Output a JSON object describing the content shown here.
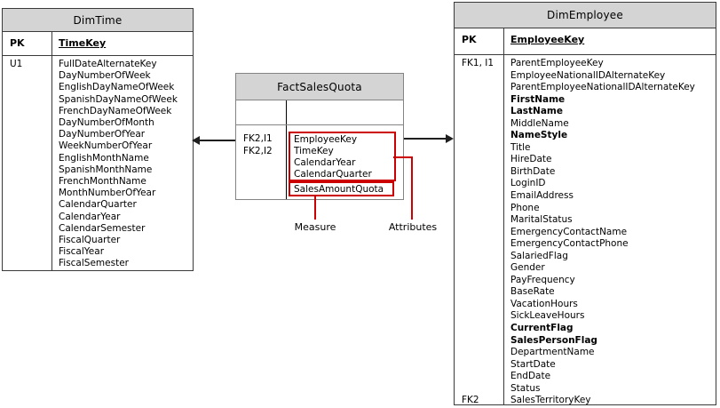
{
  "diagram": {
    "dim_time": {
      "title": "DimTime",
      "pk_label": "PK",
      "pk_field": "TimeKey",
      "key_rows": [
        {
          "row": 0,
          "label": "U1"
        }
      ],
      "fields": [
        "FullDateAlternateKey",
        "DayNumberOfWeek",
        "EnglishDayNameOfWeek",
        "SpanishDayNameOfWeek",
        "FrenchDayNameOfWeek",
        "DayNumberOfMonth",
        "DayNumberOfYear",
        "WeekNumberOfYear",
        "EnglishMonthName",
        "SpanishMonthName",
        "FrenchMonthName",
        "MonthNumberOfYear",
        "CalendarQuarter",
        "CalendarYear",
        "CalendarSemester",
        "FiscalQuarter",
        "FiscalYear",
        "FiscalSemester"
      ],
      "bold_fields": []
    },
    "fact_sales_quota": {
      "title": "FactSalesQuota",
      "key_labels": [
        "FK2,I1",
        "FK2,I2"
      ],
      "attribute_fields": [
        "EmployeeKey",
        "TimeKey",
        "CalendarYear",
        "CalendarQuarter"
      ],
      "measure_fields": [
        "SalesAmountQuota"
      ],
      "callouts": {
        "measure": "Measure",
        "attributes": "Attributes"
      }
    },
    "dim_employee": {
      "title": "DimEmployee",
      "pk_label": "PK",
      "pk_field": "EmployeeKey",
      "key_rows": [
        {
          "row": 0,
          "label": "FK1, I1"
        },
        {
          "row": 28,
          "label": "FK2"
        }
      ],
      "fields": [
        "ParentEmployeeKey",
        "EmployeeNationalIDAlternateKey",
        "ParentEmployeeNationalIDAlternateKey",
        "FirstName",
        "LastName",
        "MiddleName",
        "NameStyle",
        "Title",
        "HireDate",
        "BirthDate",
        "LoginID",
        "EmailAddress",
        "Phone",
        "MaritalStatus",
        "EmergencyContactName",
        "EmergencyContactPhone",
        "SalariedFlag",
        "Gender",
        "PayFrequency",
        "BaseRate",
        "VacationHours",
        "SickLeaveHours",
        "CurrentFlag",
        "SalesPersonFlag",
        "DepartmentName",
        "StartDate",
        "EndDate",
        "Status",
        "SalesTerritoryKey"
      ],
      "bold_fields": [
        "FirstName",
        "LastName",
        "NameStyle",
        "CurrentFlag",
        "SalesPersonFlag"
      ]
    },
    "colors": {
      "header_fill": "#d4d4d4",
      "dim_border": "#3a3a3a",
      "fact_border": "#848484",
      "annotation_red": "#cc0000",
      "arrow": "#1f1f1f"
    }
  }
}
